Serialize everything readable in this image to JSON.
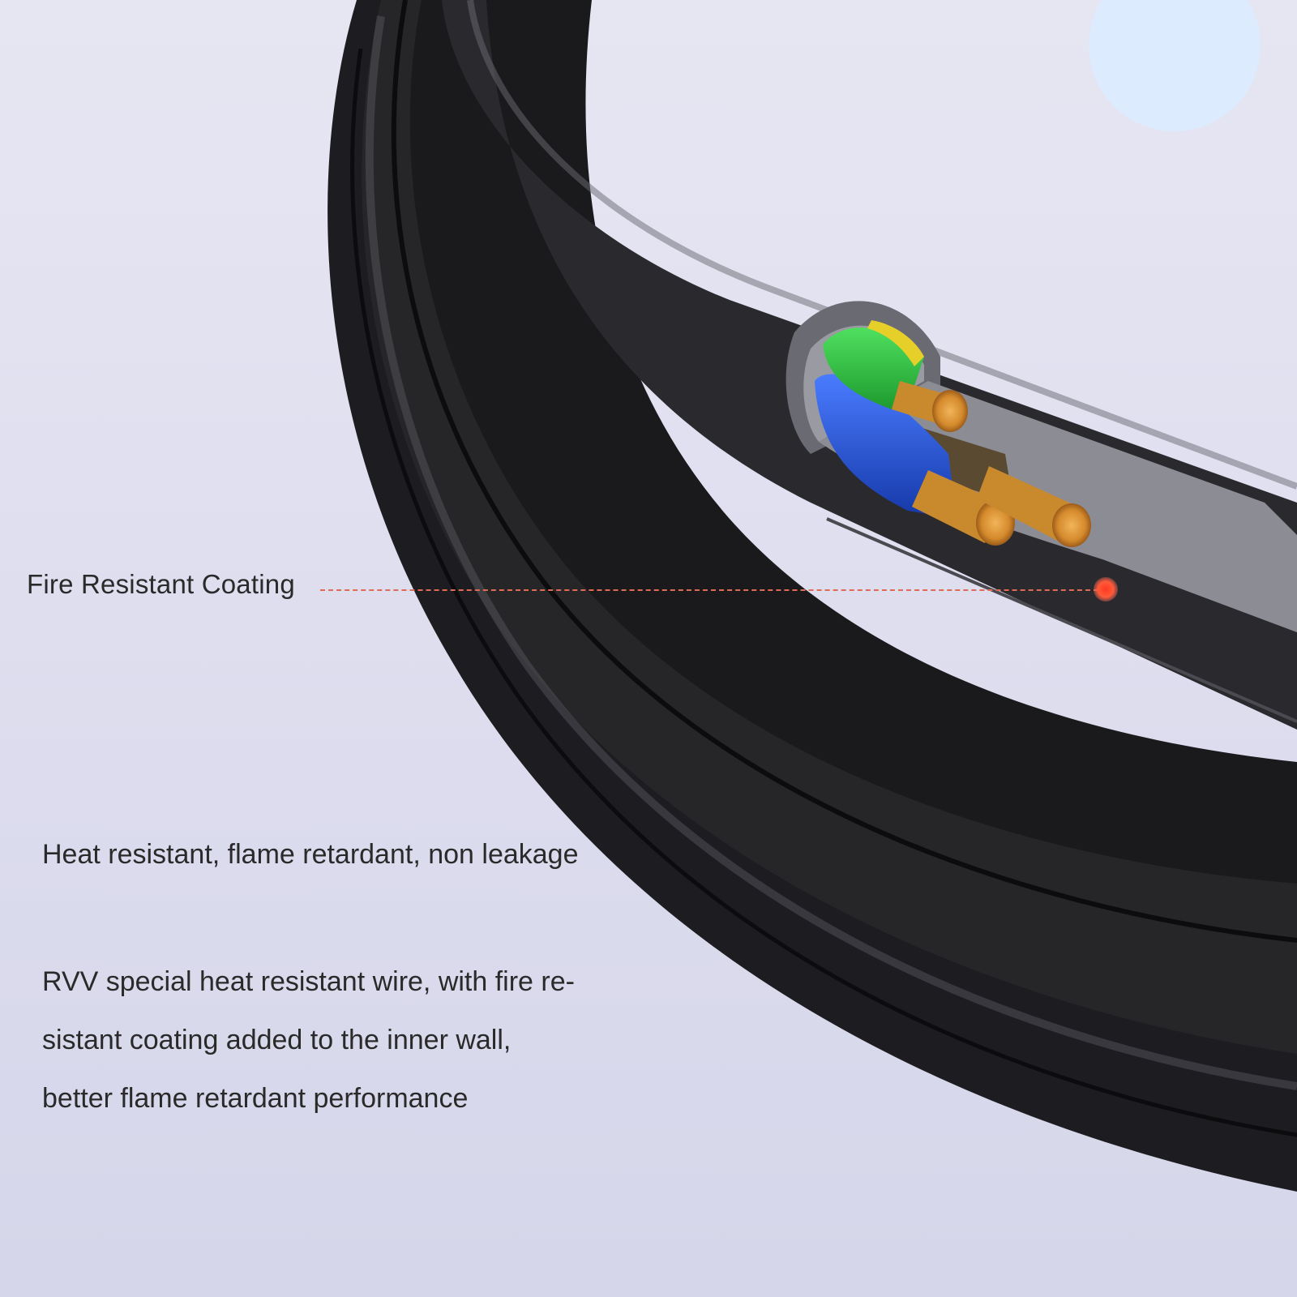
{
  "callout": {
    "label": "Fire Resistant Coating",
    "dot_color": "#ff4b2b",
    "line_color": "#e06a55"
  },
  "headline": "Heat resistant, flame retardant, non leakage",
  "description_lines": [
    "RVV special heat resistant wire, with fire re-",
    "sistant coating added to the inner wall,",
    "better flame retardant performance"
  ],
  "colors": {
    "background": "#e3e3f1",
    "cable_jacket": "#1e1e22",
    "core_green": "#27b83a",
    "core_yellow": "#e7cf2a",
    "core_blue": "#1f4fd0",
    "core_brown": "#5b4a32",
    "copper": "#d8922f"
  }
}
